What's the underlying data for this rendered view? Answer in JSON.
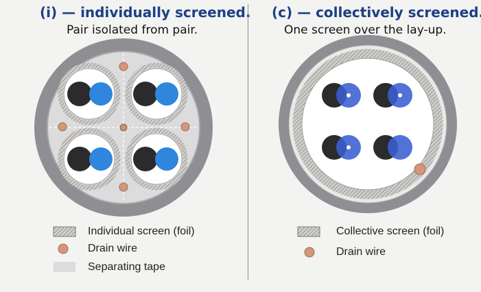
{
  "left_panel": {
    "title": "(i) — individually screened.",
    "subtitle": "Pair isolated from pair.",
    "legend": [
      {
        "label": "Individual screen (foil)",
        "swatch": "foil"
      },
      {
        "label": "Drain wire",
        "swatch": "drain"
      },
      {
        "label": "Separating tape",
        "swatch": "tape"
      }
    ]
  },
  "right_panel": {
    "title": "(c) — collectively screened.",
    "subtitle": "One screen over the lay-up.",
    "legend": [
      {
        "label": "Collective screen (foil)",
        "swatch": "foil"
      },
      {
        "label": "Drain wire",
        "swatch": "drain"
      }
    ]
  },
  "colors": {
    "title": "#1d3f86",
    "jacket": "#8e8f93",
    "foil": "#b9b8b5",
    "drain": "#d4977a",
    "tape": "#dcdcdc",
    "conductor_black": "#2b2b2d",
    "conductor_blue_left": "#2f86dc",
    "conductor_blue_right": "#3b5fd2"
  }
}
